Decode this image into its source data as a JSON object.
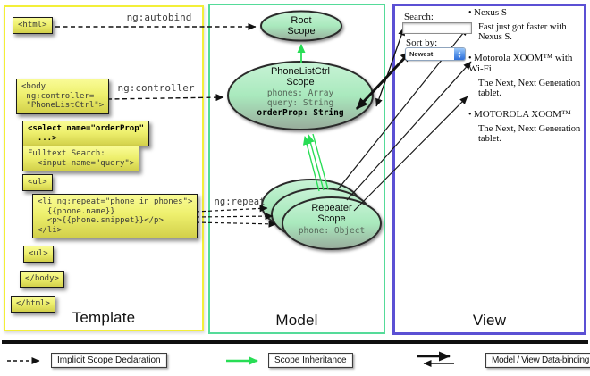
{
  "colors": {
    "template_border": "#f3ef38",
    "model_border": "#55db99",
    "view_border": "#5b50d4",
    "code_box_fill": "#eef06e",
    "node_fill_top": "#c8f3d6",
    "node_fill_bottom": "#98ab9b",
    "green_arrow": "#28dd55",
    "arrow_black": "#111111"
  },
  "panels": {
    "template": {
      "label": "Template"
    },
    "model": {
      "label": "Model"
    },
    "view": {
      "label": "View"
    }
  },
  "edge_labels": {
    "autobind": "ng:autobind",
    "controller": "ng:controller",
    "repeat": "ng:repeat"
  },
  "template_boxes": [
    {
      "code": "<html>"
    },
    {
      "code": "<body\n ng:controller=\n \"PhoneListCtrl\">"
    },
    {
      "code": "<select name=\"orderProp\"\n  ...>"
    },
    {
      "code": "Fulltext Search:\n  <input name=\"query\">"
    },
    {
      "code": "<ul>"
    },
    {
      "code": "<li ng:repeat=\"phone in phones\">\n  {{phone.name}}\n  <p>{{phone.snippet}}</p>\n</li>"
    },
    {
      "code": "<ul>"
    },
    {
      "code": "</body>"
    },
    {
      "code": "</html>"
    }
  ],
  "scopes": {
    "root": {
      "title": "Root\nScope"
    },
    "phonelist": {
      "title": "PhoneListCtrl\nScope",
      "props": "phones: Array\nquery: String",
      "bold_prop": "orderProp: String"
    },
    "repeater": {
      "title": "Repeater\nScope",
      "prop": "phone: Object"
    }
  },
  "view": {
    "search_label": "Search:",
    "search_value": "",
    "sort_label": "Sort by:",
    "sort_value": "Newest",
    "items": [
      {
        "name": "Nexus S",
        "desc": "Fast just got faster with Nexus S."
      },
      {
        "name": "Motorola XOOM™ with Wi-Fi",
        "desc": "The Next, Next Generation tablet."
      },
      {
        "name": "MOTOROLA XOOM™",
        "desc": "The Next, Next Generation tablet."
      }
    ]
  },
  "legend": {
    "implicit": "Implicit Scope Declaration",
    "inheritance": "Scope Inheritance",
    "binding": "Model / View Data-binding"
  }
}
